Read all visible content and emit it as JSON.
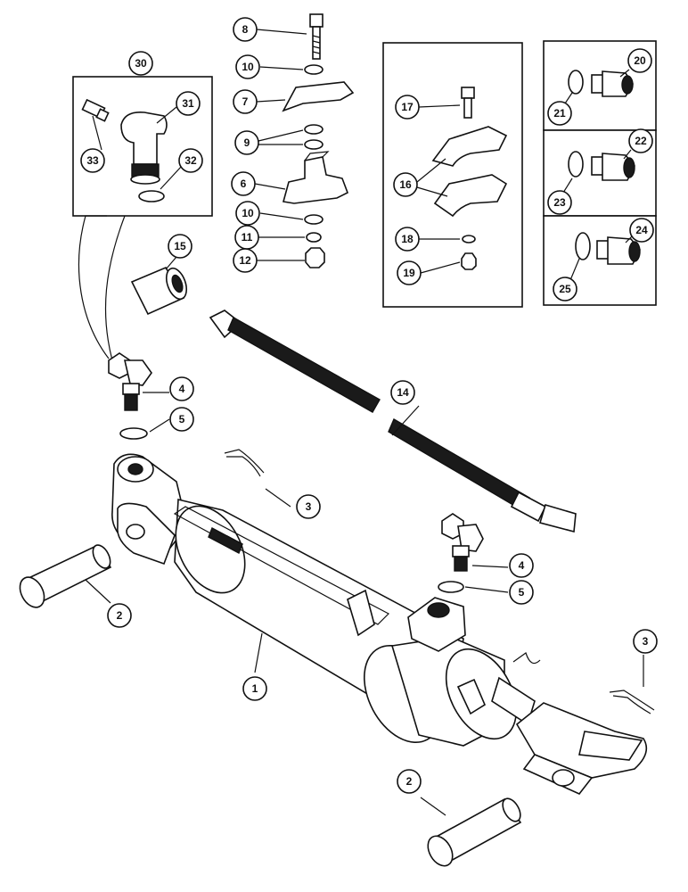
{
  "callouts": [
    {
      "id": "c1",
      "label": "1"
    },
    {
      "id": "c2a",
      "label": "2"
    },
    {
      "id": "c2b",
      "label": "2"
    },
    {
      "id": "c3a",
      "label": "3"
    },
    {
      "id": "c3b",
      "label": "3"
    },
    {
      "id": "c4a",
      "label": "4"
    },
    {
      "id": "c4b",
      "label": "4"
    },
    {
      "id": "c5a",
      "label": "5"
    },
    {
      "id": "c5b",
      "label": "5"
    },
    {
      "id": "c6",
      "label": "6"
    },
    {
      "id": "c7",
      "label": "7"
    },
    {
      "id": "c8",
      "label": "8"
    },
    {
      "id": "c9",
      "label": "9"
    },
    {
      "id": "c10a",
      "label": "10"
    },
    {
      "id": "c10b",
      "label": "10"
    },
    {
      "id": "c11",
      "label": "11"
    },
    {
      "id": "c12",
      "label": "12"
    },
    {
      "id": "c14",
      "label": "14"
    },
    {
      "id": "c15",
      "label": "15"
    },
    {
      "id": "c16",
      "label": "16"
    },
    {
      "id": "c17",
      "label": "17"
    },
    {
      "id": "c18",
      "label": "18"
    },
    {
      "id": "c19",
      "label": "19"
    },
    {
      "id": "c20",
      "label": "20"
    },
    {
      "id": "c21",
      "label": "21"
    },
    {
      "id": "c22",
      "label": "22"
    },
    {
      "id": "c23",
      "label": "23"
    },
    {
      "id": "c24",
      "label": "24"
    },
    {
      "id": "c25",
      "label": "25"
    },
    {
      "id": "c30",
      "label": "30"
    },
    {
      "id": "c31",
      "label": "31"
    },
    {
      "id": "c32",
      "label": "32"
    },
    {
      "id": "c33",
      "label": "33"
    }
  ]
}
